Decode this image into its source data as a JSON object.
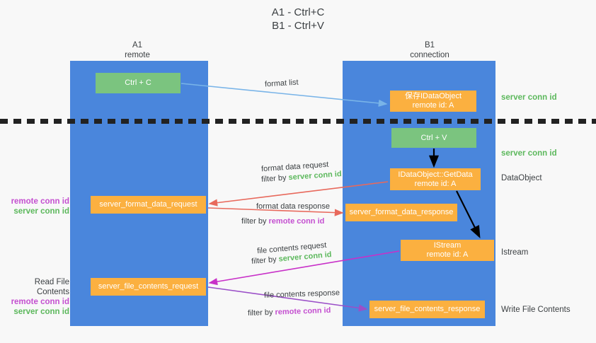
{
  "title": {
    "line1": "A1 - Ctrl+C",
    "line2": "B1 - Ctrl+V"
  },
  "columns": {
    "a1": {
      "name": "A1",
      "subtitle": "remote"
    },
    "b1": {
      "name": "B1",
      "subtitle": "connection"
    }
  },
  "boxes": {
    "ctrl_c": {
      "label": "Ctrl + C",
      "color": "#7bc47f"
    },
    "save_idataobject": {
      "line1": "保存IDataObject",
      "line2": "remote id: A",
      "color": "#fbb040"
    },
    "ctrl_v": {
      "label": "Ctrl + V",
      "color": "#7bc47f"
    },
    "getdata": {
      "line1": "IDataObject::GetData",
      "line2": "remote id: A",
      "color": "#fbb040"
    },
    "istream": {
      "line1": "IStream",
      "line2": "remote id: A",
      "color": "#fbb040"
    },
    "server_format_data_request": {
      "label": "server_format_data_request",
      "color": "#fbb040"
    },
    "server_format_data_response": {
      "label": "server_format_data_response",
      "color": "#fbb040"
    },
    "server_file_contents_request": {
      "label": "server_file_contents_request",
      "color": "#fbb040"
    },
    "server_file_contents_response": {
      "label": "server_file_contents_response",
      "color": "#fbb040"
    }
  },
  "arrow_labels": {
    "format_list": "format list",
    "format_data_request": "format data request",
    "format_data_request_filter_prefix": "filter by ",
    "format_data_request_filter_value": "server conn id",
    "format_data_response": "format data response",
    "format_data_response_filter_prefix": "filter by ",
    "format_data_response_filter_value": "remote conn id",
    "file_contents_request": "file contents request",
    "file_contents_request_filter_prefix": "filter by ",
    "file_contents_request_filter_value": "server conn id",
    "file_contents_response": "file contents response",
    "file_contents_response_filter_prefix": "filter by ",
    "file_contents_response_filter_value": "remote conn id"
  },
  "side_labels": {
    "right": {
      "server_conn_id_top": "server conn id",
      "server_conn_id_mid": "server conn id",
      "dataobject": "DataObject",
      "istream": "Istream",
      "write_file_contents": "Write File Contents"
    },
    "left": {
      "remote_conn_id_1": "remote conn id",
      "server_conn_id_1": "server conn id",
      "read_file_contents": "Read File Contents",
      "remote_conn_id_2": "remote conn id",
      "server_conn_id_2": "server conn id"
    }
  },
  "colors": {
    "panel_blue": "#4a86dc",
    "box_green": "#7bc47f",
    "box_orange": "#fbb040",
    "server_conn_green": "#5cb85c",
    "remote_conn_purple": "#c44fd0",
    "arrow_light_blue": "#79b4e8",
    "arrow_red": "#e8695c",
    "arrow_magenta": "#c830c8",
    "arrow_purple": "#9b4fc8",
    "arrow_black": "#000000"
  }
}
